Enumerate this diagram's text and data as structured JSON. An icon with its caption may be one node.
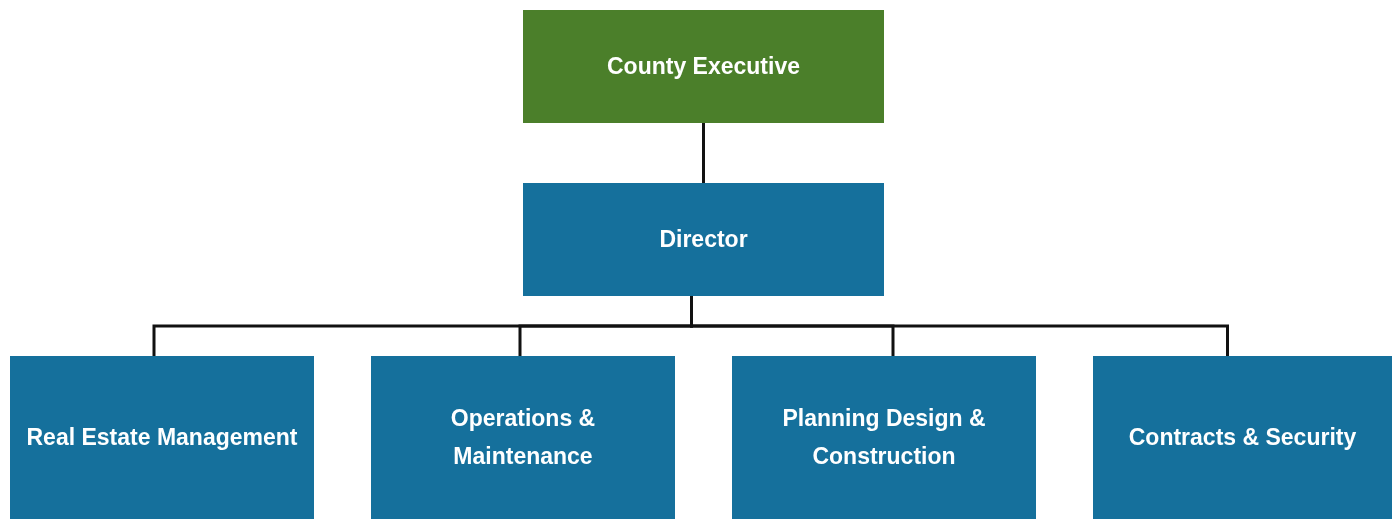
{
  "diagram": {
    "nodes": [
      {
        "text": [
          "County Executive"
        ]
      },
      {
        "text": [
          "Director"
        ]
      },
      {
        "text": [
          "Real Estate Management"
        ]
      },
      {
        "text": [
          "Operations & Maintenance"
        ]
      },
      {
        "text": [
          "Planning Design & Construction"
        ]
      },
      {
        "text": [
          "Contracts & Security"
        ]
      }
    ],
    "edges": [
      {
        "from": 0,
        "to": 1,
        "arrow": "none"
      },
      {
        "from": 1,
        "to": 2,
        "arrow": "none"
      },
      {
        "from": 1,
        "to": 3,
        "arrow": "none"
      },
      {
        "from": 1,
        "to": 4,
        "arrow": "none"
      },
      {
        "from": 1,
        "to": 5,
        "arrow": "none"
      }
    ]
  }
}
